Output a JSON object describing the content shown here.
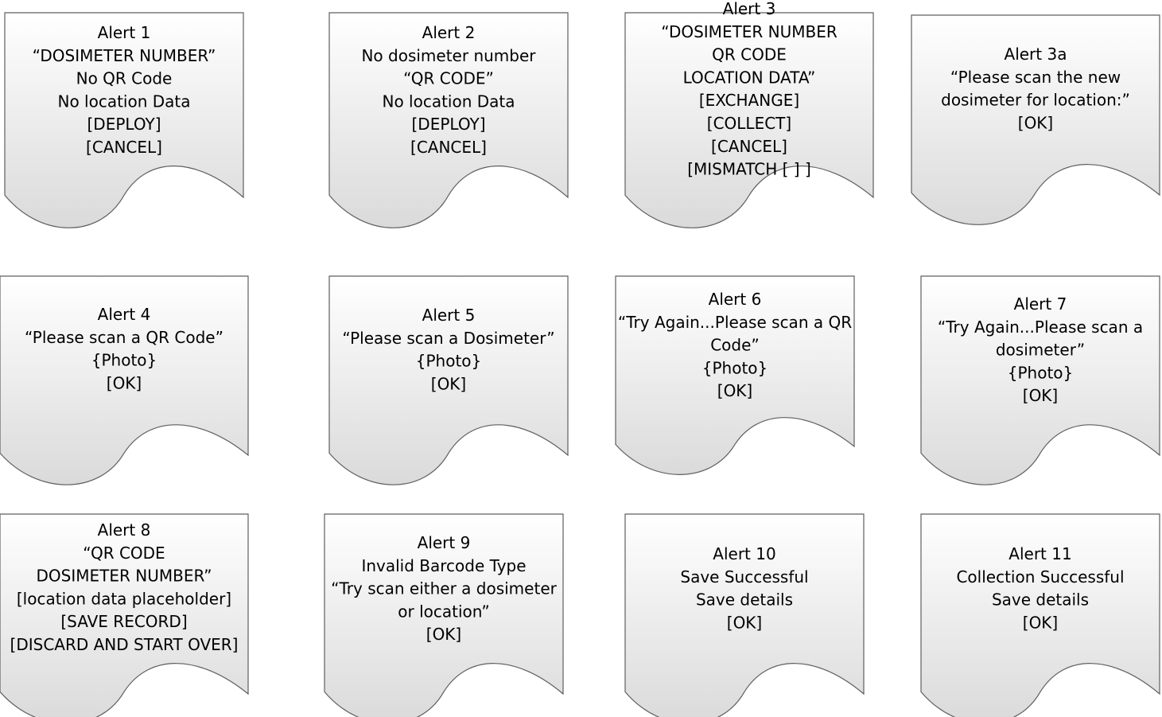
{
  "colors": {
    "fill_light": "#ffffff",
    "fill_dark": "#dadada",
    "stroke": "#5f5f5f",
    "text": "#000000"
  },
  "alerts": [
    {
      "id": "alert-1",
      "lines": [
        "Alert 1",
        "“DOSIMETER NUMBER”",
        "No QR Code",
        "No location Data",
        "[DEPLOY]",
        "[CANCEL]"
      ]
    },
    {
      "id": "alert-2",
      "lines": [
        "Alert 2",
        "No dosimeter number",
        "“QR CODE”",
        "No location Data",
        "[DEPLOY]",
        "[CANCEL]"
      ]
    },
    {
      "id": "alert-3",
      "lines": [
        "Alert 3",
        "“DOSIMETER NUMBER",
        "QR CODE",
        "LOCATION DATA”",
        "[EXCHANGE]",
        "[COLLECT]",
        "[CANCEL]",
        "[MISMATCH [  ]  ]"
      ]
    },
    {
      "id": "alert-3a",
      "lines": [
        "Alert 3a",
        "“Please scan the new",
        "dosimeter for location:”",
        "[OK]"
      ]
    },
    {
      "id": "alert-4",
      "lines": [
        "Alert 4",
        "“Please scan a QR Code”",
        "{Photo}",
        "[OK]"
      ]
    },
    {
      "id": "alert-5",
      "lines": [
        "Alert 5",
        "“Please scan a Dosimeter”",
        "{Photo}",
        "[OK]"
      ]
    },
    {
      "id": "alert-6",
      "lines": [
        "Alert 6",
        "“Try Again...Please scan a QR",
        "Code”",
        "{Photo}",
        "[OK]"
      ]
    },
    {
      "id": "alert-7",
      "lines": [
        "Alert 7",
        "“Try Again...Please scan a",
        "dosimeter”",
        "{Photo}",
        "[OK]"
      ]
    },
    {
      "id": "alert-8",
      "lines": [
        "Alert 8",
        "“QR CODE",
        "DOSIMETER NUMBER”",
        "[location data placeholder]",
        "[SAVE RECORD]",
        "[DISCARD AND START OVER]"
      ]
    },
    {
      "id": "alert-9",
      "lines": [
        "Alert 9",
        "Invalid Barcode Type",
        "“Try scan either a dosimeter",
        "or location”",
        "[OK]"
      ]
    },
    {
      "id": "alert-10",
      "lines": [
        "Alert 10",
        "Save Successful",
        "Save details",
        "[OK]"
      ]
    },
    {
      "id": "alert-11",
      "lines": [
        "Alert 11",
        "Collection Successful",
        "Save details",
        "[OK]"
      ]
    }
  ]
}
